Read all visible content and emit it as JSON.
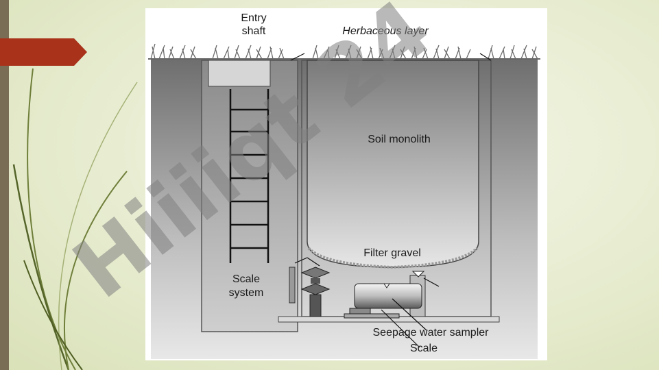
{
  "slide": {
    "accent_color": "#a8321a",
    "left_bar_color": "#7a6d55"
  },
  "diagram": {
    "labels": {
      "entry_shaft_line1": "Entry",
      "entry_shaft_line2": "shaft",
      "herbaceous_layer": "Herbaceous layer",
      "soil_monolith": "Soil monolith",
      "filter_gravel": "Filter gravel",
      "scale_system_line1": "Scale",
      "scale_system_line2": "system",
      "seepage_water_sampler": "Seepage water sampler",
      "scale": "Scale"
    },
    "watermark_text": "Hiiiiqt 24"
  }
}
